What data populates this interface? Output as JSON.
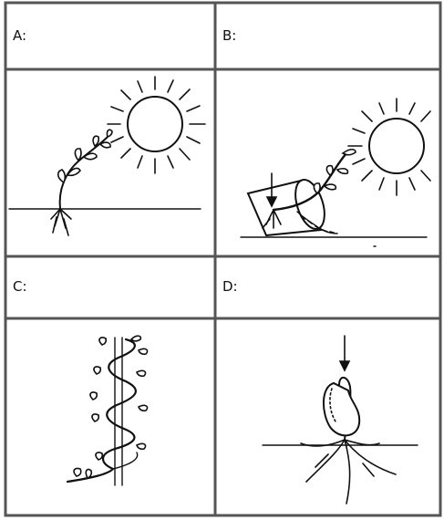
{
  "panels": [
    {
      "label": "A:",
      "depicts": "phototropism-icon"
    },
    {
      "label": "B:",
      "depicts": "phototropism-pot-icon"
    },
    {
      "label": "C:",
      "depicts": "thigmotropism-icon"
    },
    {
      "label": "D:",
      "depicts": "gravitropism-seed-icon"
    }
  ],
  "colors": {
    "border": "#555555",
    "line": "#111111",
    "background": "#ffffff"
  }
}
